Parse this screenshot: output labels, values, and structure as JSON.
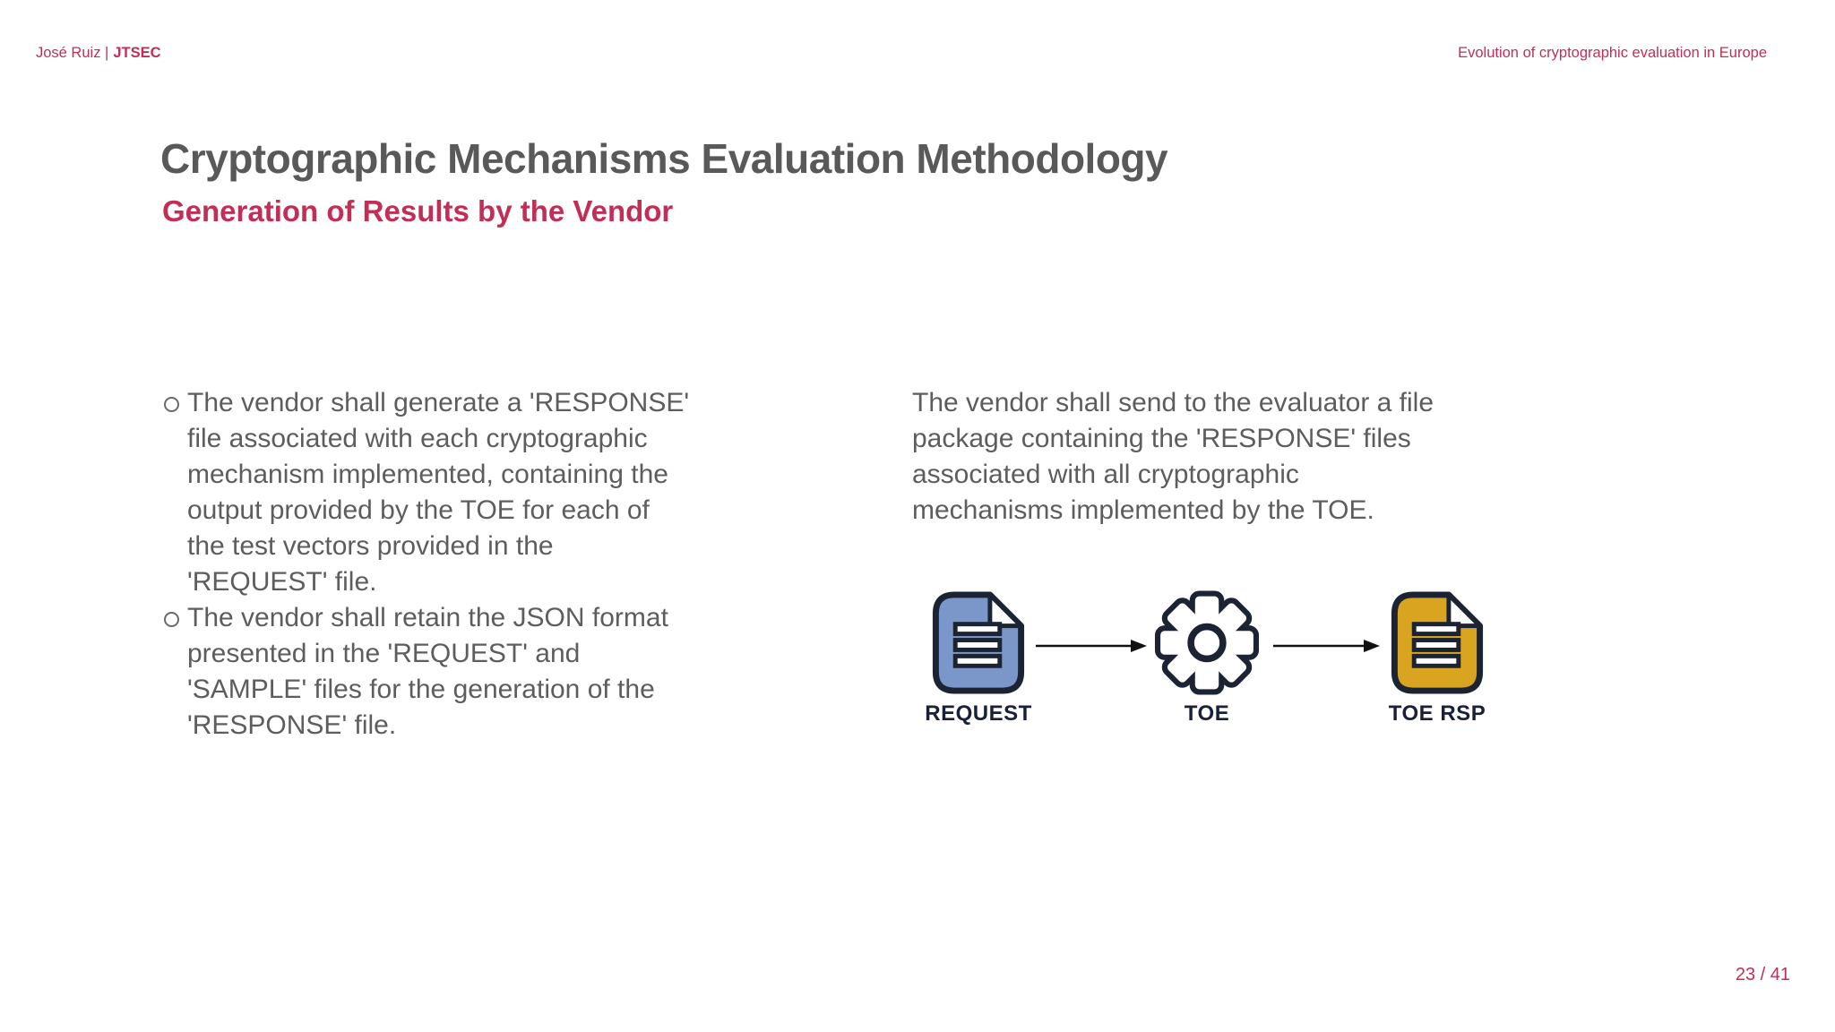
{
  "header": {
    "author_prefix": "José Ruiz |",
    "brand": "JTSEC",
    "deck_title": "Evolution of cryptographic evaluation in Europe"
  },
  "slide": {
    "title": "Cryptographic Mechanisms Evaluation Methodology",
    "subtitle": "Generation of Results by the Vendor",
    "bullets": [
      {
        "text": "The vendor shall generate a 'RESPONSE'\nfile associated with each cryptographic\nmechanism implemented, containing the\noutput provided by the TOE for each of\nthe test vectors provided in the\n'REQUEST' file."
      },
      {
        "text": "The vendor shall retain the JSON format\npresented in the 'REQUEST' and\n'SAMPLE' files for the generation of the\n'RESPONSE' file."
      }
    ],
    "paragraph": "The vendor shall send to the evaluator a file\npackage containing the 'RESPONSE' files\nassociated with all cryptographic\nmechanisms implemented by the TOE.",
    "diagram": {
      "nodes": [
        {
          "label": "REQUEST",
          "type": "document-icon"
        },
        {
          "label": "TOE",
          "type": "gear-icon"
        },
        {
          "label": "TOE RSP",
          "type": "document-icon"
        }
      ]
    },
    "page_number": "23 / 41"
  },
  "colors": {
    "accent": "#c22e56",
    "title_gray": "#595959",
    "body_gray": "#5d5d5d",
    "doc_blue": "#7b96c8",
    "doc_gold": "#d9a41f",
    "icon_outline": "#1c2434",
    "label_navy": "#18203a",
    "arrow_black": "#111111"
  }
}
